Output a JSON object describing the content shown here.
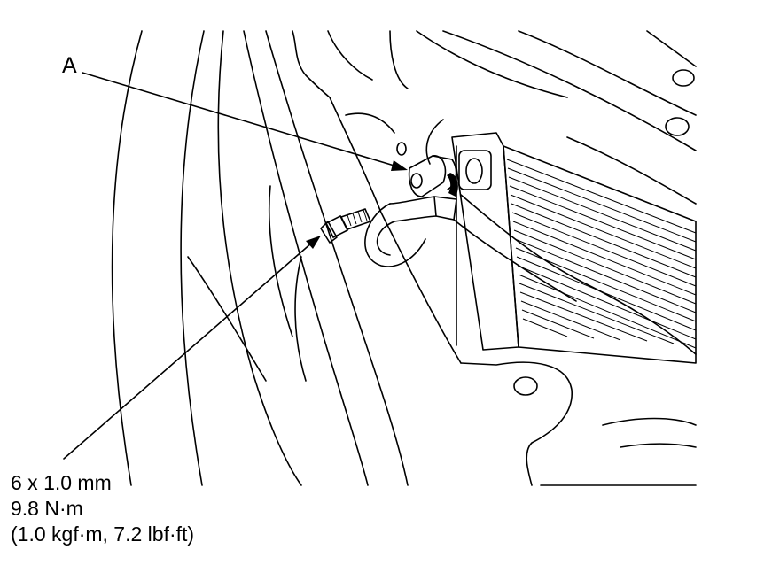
{
  "labels": {
    "callout_a": "A"
  },
  "specification": {
    "bolt_size": "6 x 1.0 mm",
    "torque_nm": "9.8 N·m",
    "torque_alt": "(1.0 kgf·m, 7.2 lbf·ft)"
  },
  "colors": {
    "line": "#000000",
    "background": "#ffffff"
  }
}
